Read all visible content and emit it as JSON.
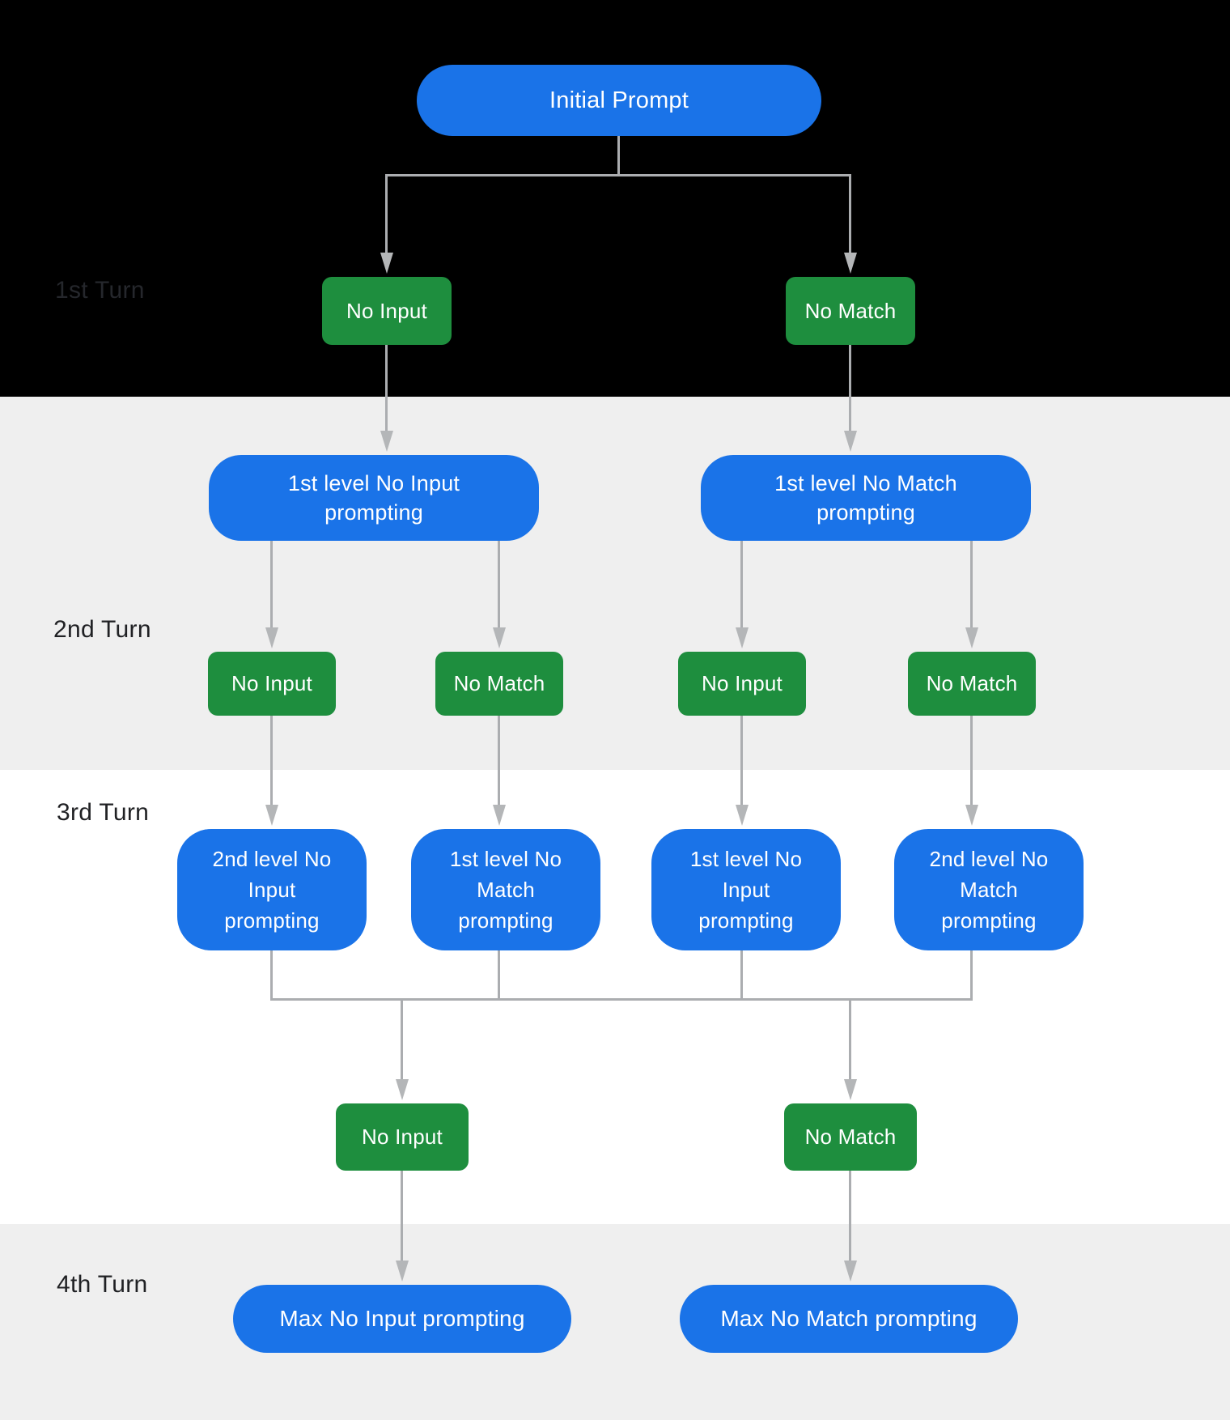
{
  "colors": {
    "node_blue": "#1a73e8",
    "node_green": "#1e8e3e",
    "node_text": "#ffffff",
    "section_black": "#000000",
    "section_gray": "#efefef",
    "section_white": "#ffffff",
    "line_gray": "#abadb0",
    "arrow_gray": "#b4b6b8",
    "label_dark": "#202124",
    "label_on_black": "#25272c"
  },
  "diagram": {
    "turn_labels": [
      "1st Turn",
      "2nd Turn",
      "3rd Turn",
      "4th Turn"
    ],
    "initial_prompt": "Initial Prompt",
    "turn1_events": [
      "No Input",
      "No Match"
    ],
    "turn2_prompts": [
      "1st level No Input prompting",
      "1st level No Match prompting"
    ],
    "turn2_events": [
      "No Input",
      "No Match",
      "No Input",
      "No Match"
    ],
    "turn3_prompts": [
      "2nd level No Input prompting",
      "1st level No Match prompting",
      "1st level No Input prompting",
      "2nd level No Match prompting"
    ],
    "turn3_events": [
      "No Input",
      "No Match"
    ],
    "turn4_prompts": [
      "Max No Input prompting",
      "Max No Match prompting"
    ]
  }
}
